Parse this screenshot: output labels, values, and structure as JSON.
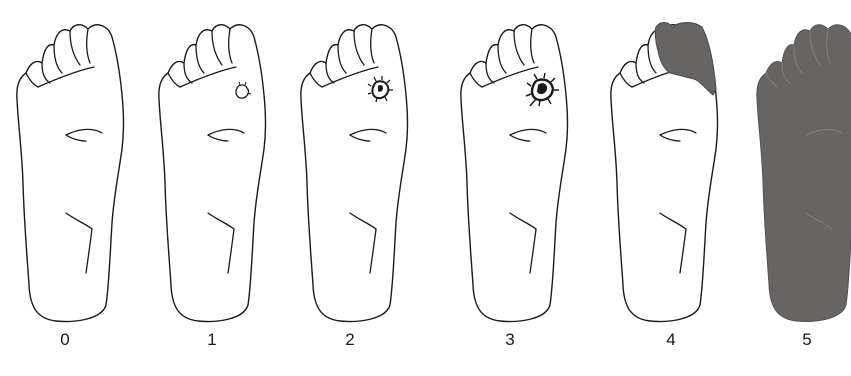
{
  "figure": {
    "stage_labels": [
      "0",
      "1",
      "2",
      "3",
      "4",
      "5"
    ],
    "colors": {
      "outline": "#1a1a1a",
      "necrosis_fill": "#676464",
      "background": "#ffffff"
    }
  }
}
